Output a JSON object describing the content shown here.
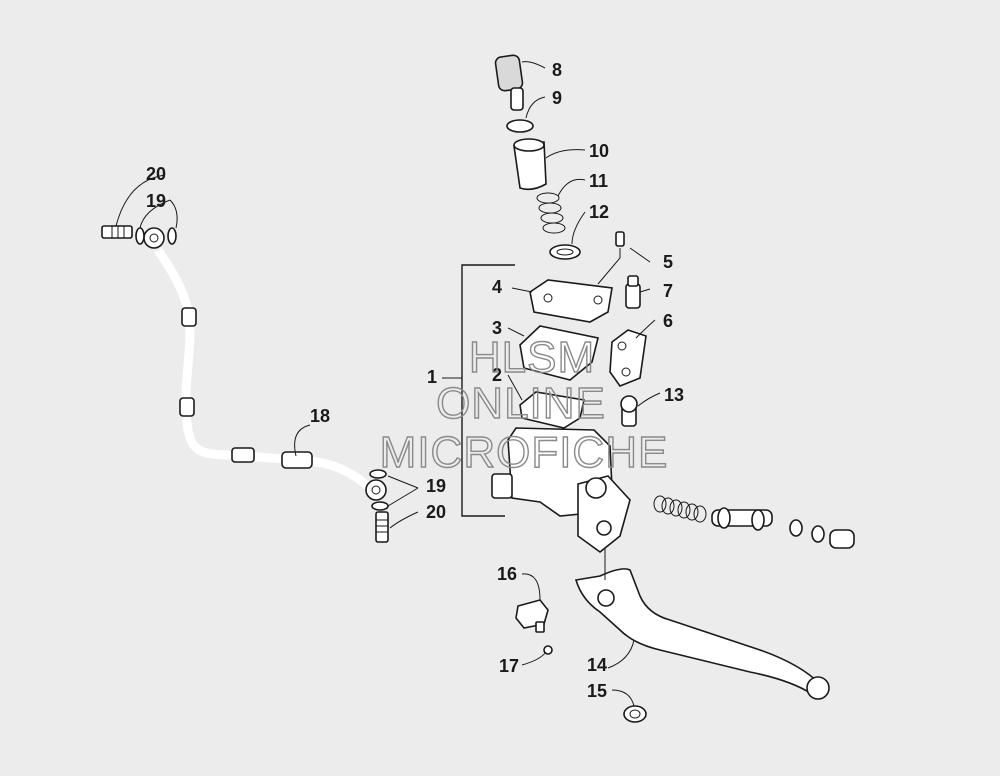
{
  "callouts": [
    {
      "id": "c1",
      "text": "1"
    },
    {
      "id": "c2",
      "text": "2"
    },
    {
      "id": "c3",
      "text": "3"
    },
    {
      "id": "c4",
      "text": "4"
    },
    {
      "id": "c5",
      "text": "5"
    },
    {
      "id": "c6",
      "text": "6"
    },
    {
      "id": "c7",
      "text": "7"
    },
    {
      "id": "c8",
      "text": "8"
    },
    {
      "id": "c9",
      "text": "9"
    },
    {
      "id": "c10",
      "text": "10"
    },
    {
      "id": "c11",
      "text": "11"
    },
    {
      "id": "c12",
      "text": "12"
    },
    {
      "id": "c13",
      "text": "13"
    },
    {
      "id": "c14",
      "text": "14"
    },
    {
      "id": "c15",
      "text": "15"
    },
    {
      "id": "c16",
      "text": "16"
    },
    {
      "id": "c17",
      "text": "17"
    },
    {
      "id": "c18",
      "text": "18"
    },
    {
      "id": "c19a",
      "text": "19"
    },
    {
      "id": "c19b",
      "text": "19"
    },
    {
      "id": "c20a",
      "text": "20"
    },
    {
      "id": "c20b",
      "text": "20"
    }
  ],
  "watermark": {
    "line1": "HLSM",
    "line2": "ONLINE",
    "line3": "MICROFICHE"
  }
}
